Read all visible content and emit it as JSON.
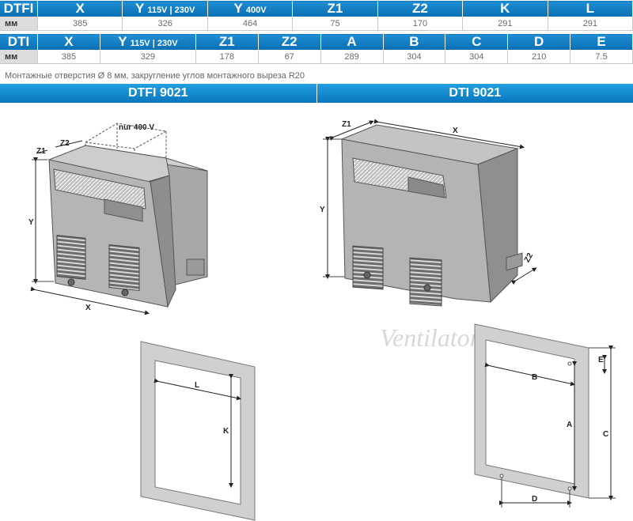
{
  "table1": {
    "model": "DTFI",
    "headers": [
      {
        "main": "X",
        "sub": ""
      },
      {
        "main": "Y",
        "sub": "115V | 230V"
      },
      {
        "main": "Y",
        "sub": "400V"
      },
      {
        "main": "Z1",
        "sub": ""
      },
      {
        "main": "Z2",
        "sub": ""
      },
      {
        "main": "K",
        "sub": ""
      },
      {
        "main": "L",
        "sub": ""
      }
    ],
    "unit": "мм",
    "values": [
      "385",
      "326",
      "464",
      "75",
      "170",
      "291",
      "291"
    ]
  },
  "table2": {
    "model": "DTI",
    "headers": [
      {
        "main": "X",
        "sub": ""
      },
      {
        "main": "Y",
        "sub": "115V | 230V"
      },
      {
        "main": "Z1",
        "sub": ""
      },
      {
        "main": "Z2",
        "sub": ""
      },
      {
        "main": "A",
        "sub": ""
      },
      {
        "main": "B",
        "sub": ""
      },
      {
        "main": "C",
        "sub": ""
      },
      {
        "main": "D",
        "sub": ""
      },
      {
        "main": "E",
        "sub": ""
      }
    ],
    "unit": "мм",
    "values": [
      "385",
      "329",
      "178",
      "67",
      "289",
      "304",
      "304",
      "210",
      "7.5"
    ]
  },
  "note": "Монтажные отверстия Ø 8 мм, закругление углов монтажного выреза R20",
  "sections": {
    "left": "DTFI 9021",
    "right": "DTI 9021"
  },
  "drawing_labels": {
    "nur400": "nur 400 V",
    "z1": "Z1",
    "z2": "Z2",
    "y": "Y",
    "x": "X",
    "l": "L",
    "k": "K",
    "a": "A",
    "b": "B",
    "c": "C",
    "d": "D",
    "e": "E"
  },
  "watermark": "Ventilatorry.ru"
}
